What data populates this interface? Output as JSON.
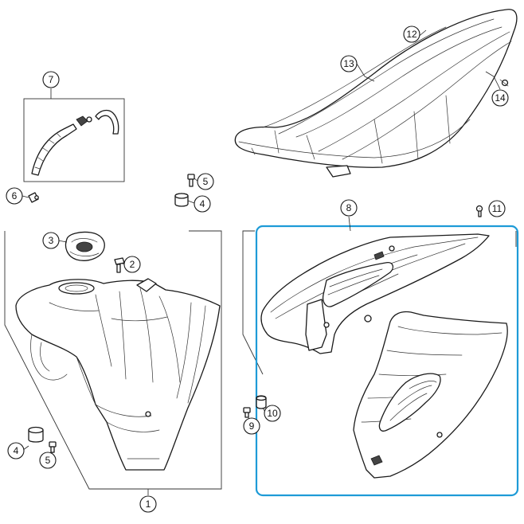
{
  "highlight_color": "#1e9bd7",
  "callouts": {
    "c1": "1",
    "c2": "2",
    "c3": "3",
    "c4a": "4",
    "c4b": "4",
    "c5a": "5",
    "c5b": "5",
    "c6": "6",
    "c7": "7",
    "c8": "8",
    "c9": "9",
    "c10": "10",
    "c11": "11",
    "c12": "12",
    "c13": "13",
    "c14": "14"
  }
}
